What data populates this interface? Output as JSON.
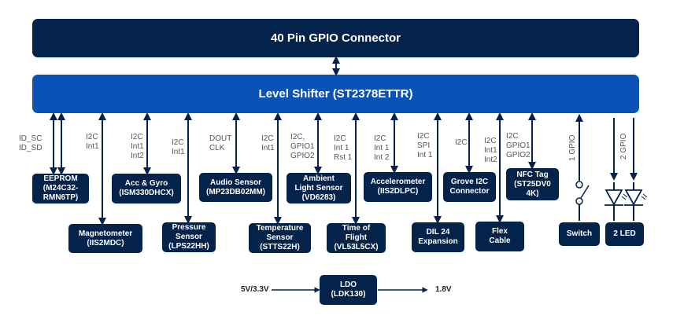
{
  "top": {
    "gpio_connector": "40 Pin GPIO Connector",
    "level_shifter": "Level Shifter (ST2378ETTR)"
  },
  "blocks": {
    "eeprom": {
      "label": "EEPROM\n(M24C32-\nRMN6TP)",
      "signals": "ID_SC\nID_SD"
    },
    "magnetometer": {
      "label": "Magnetometer\n(IIS2MDC)",
      "signals": "I2C\nInt1"
    },
    "acc_gyro": {
      "label": "Acc & Gyro\n(ISM330DHCX)",
      "signals": "I2C\nInt1\nInt2"
    },
    "pressure": {
      "label": "Pressure\nSensor\n(LPS22HH)",
      "signals": "I2C\nInt1"
    },
    "audio": {
      "label": "Audio Sensor\n(MP23DB02MM)",
      "signals": "DOUT\nCLK"
    },
    "temperature": {
      "label": "Temperature\nSensor\n(STTS22H)",
      "signals": "I2C\nInt1"
    },
    "ambient_light": {
      "label": "Ambient\nLight Sensor\n(VD6283)",
      "signals": "I2C,\nGPIO1\nGPIO2"
    },
    "time_of_flight": {
      "label": "Time of\nFlight\n(VL53L5CX)",
      "signals": "I2C\nInt 1\nRst 1"
    },
    "accelerometer": {
      "label": "Accelerometer\n(IIS2DLPC)",
      "signals": "I2C\nInt 1\nInt 2"
    },
    "dil24": {
      "label": "DIL 24\nExpansion",
      "signals": "I2C\nSPI\nInt 1"
    },
    "grove": {
      "label": "Grove I2C\nConnector",
      "signals": "I2C"
    },
    "flex": {
      "label": "Flex\nCable",
      "signals": "I2C\nInt1\nInt2"
    },
    "nfc": {
      "label": "NFC Tag\n(ST25DV0\n4K)",
      "signals": "I2C\nGPIO1\nGPIO2"
    },
    "switch": {
      "label": "Switch",
      "signals": "1 GPIO"
    },
    "led": {
      "label": "2 LED",
      "signals": "2 GPIO"
    }
  },
  "power": {
    "input": "5V/3.3V",
    "ldo": "LDO\n(LDK130)",
    "output": "1.8V"
  },
  "colors": {
    "dark_navy": "#03234b",
    "blue": "#0a52b5",
    "line": "#03234b"
  }
}
